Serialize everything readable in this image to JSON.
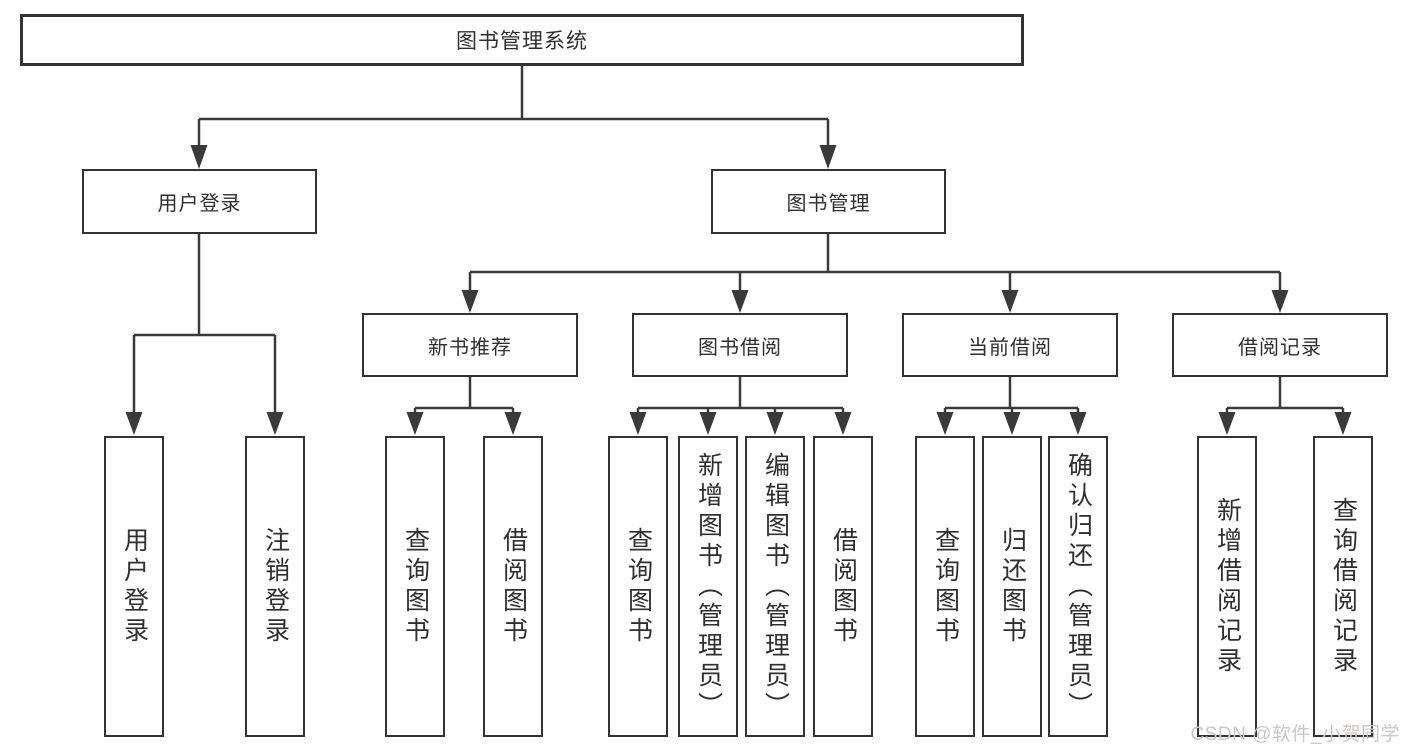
{
  "diagram": {
    "title": "图书管理系统",
    "root": {
      "label": "图书管理系统"
    },
    "level2": {
      "user_login": {
        "label": "用户登录"
      },
      "book_management": {
        "label": "图书管理"
      }
    },
    "level3": {
      "new_book_recommend": {
        "label": "新书推荐"
      },
      "book_borrow": {
        "label": "图书借阅"
      },
      "current_borrow": {
        "label": "当前借阅"
      },
      "borrow_records": {
        "label": "借阅记录"
      }
    },
    "leaves": {
      "user_login": "用户登录",
      "logout": "注销登录",
      "nbr_query_books": "查询图书",
      "nbr_borrow_books": "借阅图书",
      "bb_query_books": "查询图书",
      "bb_add_books_admin": "新增图书（管理员）",
      "bb_edit_books_admin": "编辑图书（管理员）",
      "bb_borrow_books": "借阅图书",
      "cb_query_books": "查询图书",
      "cb_return_books": "归还图书",
      "cb_confirm_return_admin": "确认归还（管理员）",
      "br_add_record": "新增借阅记录",
      "br_query_record": "查询借阅记录"
    }
  },
  "watermark": "CSDN @软件_小贺同学",
  "colors": {
    "line": "#3a3a3a",
    "box_border": "#333333",
    "text": "#2f2f2f",
    "watermark": "#ccc7c5",
    "background": "#ffffff"
  }
}
